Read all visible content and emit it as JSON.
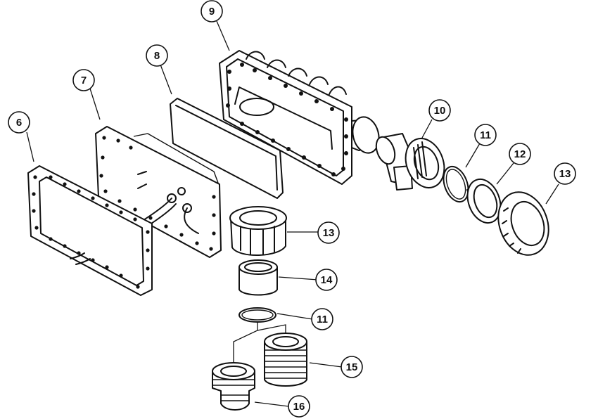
{
  "callouts": [
    "6",
    "7",
    "8",
    "9",
    "10",
    "11",
    "12",
    "13",
    "14",
    "15",
    "16"
  ]
}
